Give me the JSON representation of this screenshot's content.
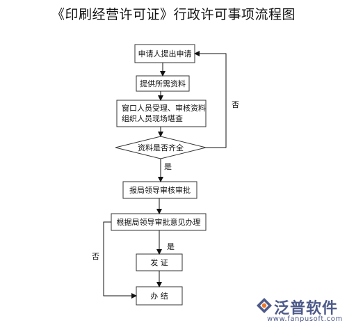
{
  "title": "《印刷经营许可证》行政许可事项流程图",
  "nodes": {
    "apply": "申请人提出申请",
    "provide": "提供所需资料",
    "review_line1": "窗口人员受理、审核资料",
    "review_line2": "组织人员现场堪查",
    "decision": "资料是否齐全",
    "report": "报局领导审核审批",
    "handle": "根据局领导审批意见办理",
    "issue": "发  证",
    "finish": "办  结"
  },
  "edges": {
    "yes1": "是",
    "no1": "否",
    "yes2": "是",
    "no2": "否"
  },
  "watermark": {
    "brand": "泛普软件",
    "url": "www.fanpusoft.com",
    "brand_color": "#4d5a8a",
    "accent_color": "#e8782a"
  }
}
